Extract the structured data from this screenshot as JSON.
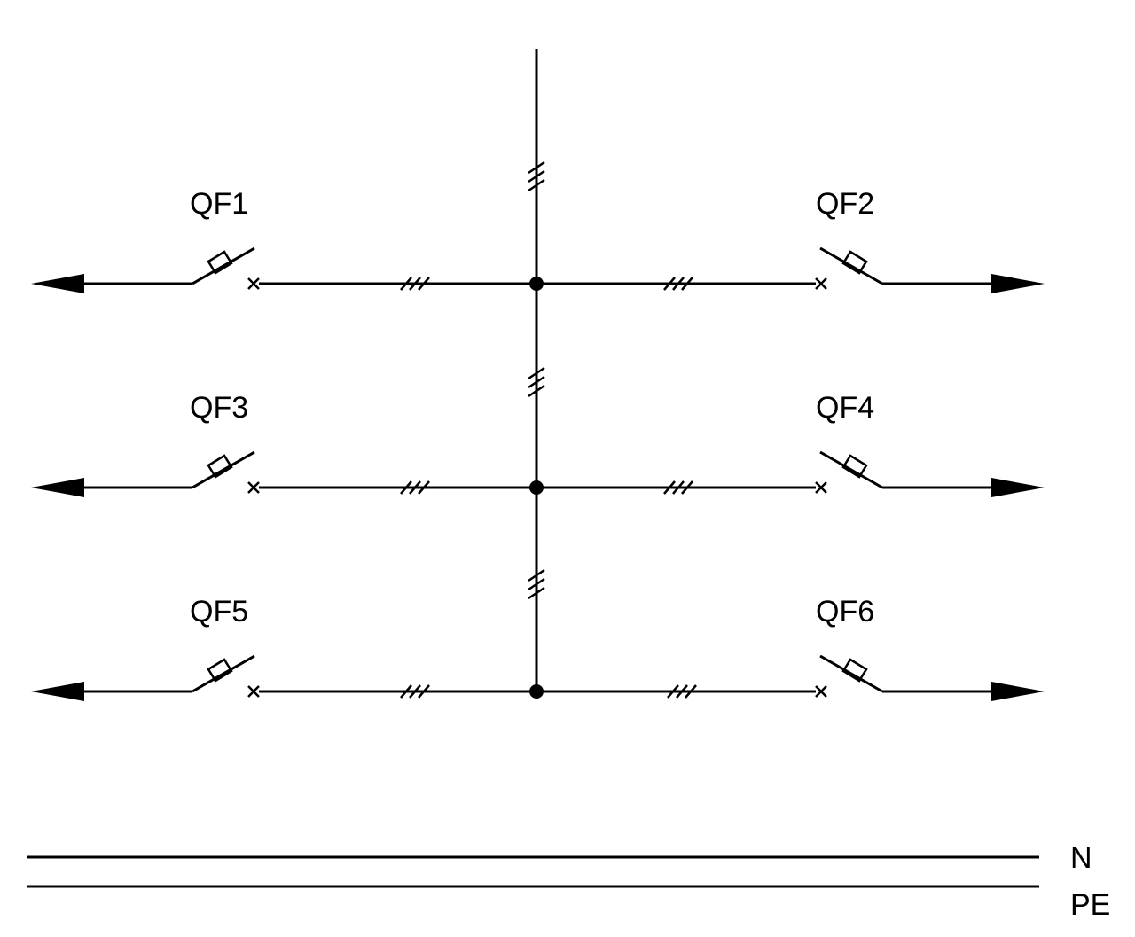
{
  "breakers": [
    {
      "label": "QF1",
      "side": "left"
    },
    {
      "label": "QF2",
      "side": "right"
    },
    {
      "label": "QF3",
      "side": "left"
    },
    {
      "label": "QF4",
      "side": "right"
    },
    {
      "label": "QF5",
      "side": "left"
    },
    {
      "label": "QF6",
      "side": "right"
    }
  ],
  "conductors": {
    "neutral": "N",
    "protective_earth": "PE"
  },
  "colors": {
    "line": "#000000",
    "background": "#ffffff"
  }
}
